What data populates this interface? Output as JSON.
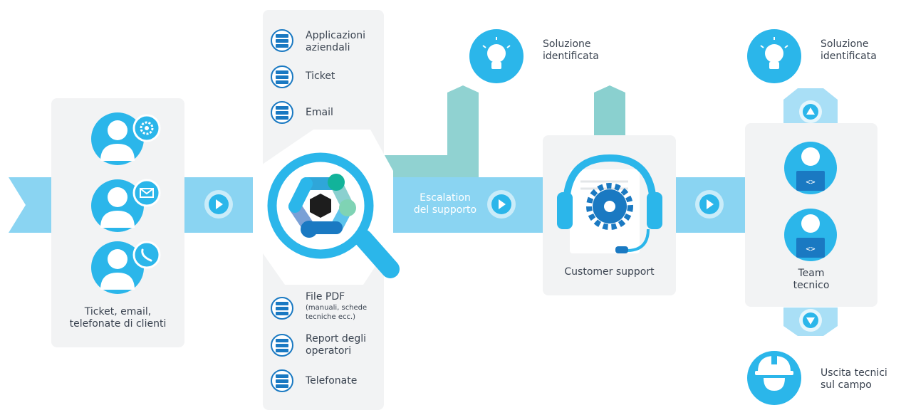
{
  "colors": {
    "band": "#8ad4f2",
    "band_dark": "#5cc3ec",
    "primary": "#2bb6ea",
    "dark_blue": "#1a79c2",
    "teal": "#8ad0cf",
    "panel": "#f2f3f4"
  },
  "customers": {
    "label_line1": "Ticket, email,",
    "label_line2": "telefonate di clienti",
    "badges": [
      "gear-icon",
      "mail-icon",
      "phone-icon"
    ]
  },
  "sources_top": [
    {
      "line1": "Applicazioni",
      "line2": "aziendali"
    },
    {
      "line1": "Ticket",
      "line2": ""
    },
    {
      "line1": "Email",
      "line2": ""
    }
  ],
  "sources_bottom": [
    {
      "line1": "File PDF",
      "sub1": "(manuali, schede",
      "sub2": "tecniche ecc.)"
    },
    {
      "line1": "Report degli",
      "line2": "operatori"
    },
    {
      "line1": "Telefonate",
      "line2": ""
    }
  ],
  "escalation": {
    "line1": "Escalation",
    "line2": "del supporto"
  },
  "solution1": {
    "line1": "Soluzione",
    "line2": "identificata"
  },
  "solution2": {
    "line1": "Soluzione",
    "line2": "identificata"
  },
  "customer_support": {
    "label": "Customer support"
  },
  "tech_team": {
    "line1": "Team",
    "line2": "tecnico"
  },
  "field": {
    "line1": "Uscita tecnici",
    "line2": "sul campo"
  }
}
